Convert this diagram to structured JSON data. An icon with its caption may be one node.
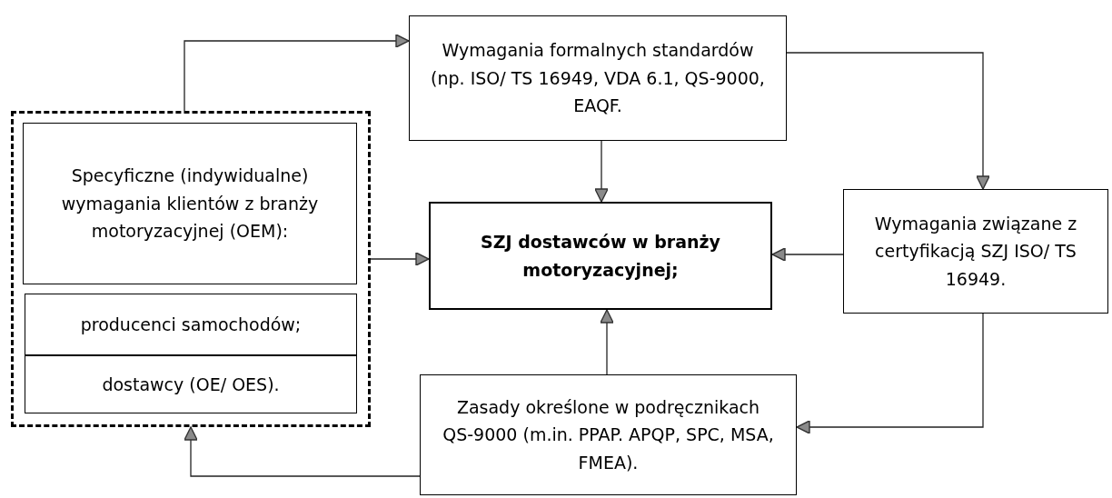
{
  "diagram": {
    "nodes": [
      {
        "text": [],
        "shape": "box"
      },
      {
        "text": [
          "Specyficzne (indywidualne) wymagania klientów z branży motoryzacyjnej (OEM):"
        ],
        "in": 0
      },
      {
        "text": [
          "producenci samochodów;"
        ],
        "in": 0
      },
      {
        "text": [
          "dostawcy (OE/ OES)."
        ],
        "in": 0
      },
      {
        "text": [
          "Wymagania formalnych standardów (np. ISO/ TS 16949, VDA 6.1, QS-9000, EAQF."
        ]
      },
      {
        "text": [
          "SZJ dostawców w branży motoryzacyjnej;"
        ]
      },
      {
        "text": [
          "Wymagania związane z certyfikacją SZJ ISO/ TS 16949."
        ]
      },
      {
        "text": [
          "Zasady określone w podręcznikach QS-9000 (m.in. PPAP. APQP, SPC, MSA, FMEA)."
        ]
      }
    ],
    "edges": [
      {
        "from": 0,
        "to": 4,
        "arrow": "to"
      },
      {
        "from": 4,
        "to": 6,
        "arrow": "to"
      },
      {
        "from": 6,
        "to": 7,
        "arrow": "to"
      },
      {
        "from": 7,
        "to": 0,
        "arrow": "to"
      },
      {
        "from": 0,
        "to": 5,
        "arrow": "to"
      },
      {
        "from": 4,
        "to": 5,
        "arrow": "to"
      },
      {
        "from": 6,
        "to": 5,
        "arrow": "to"
      },
      {
        "from": 7,
        "to": 5,
        "arrow": "to"
      }
    ]
  }
}
